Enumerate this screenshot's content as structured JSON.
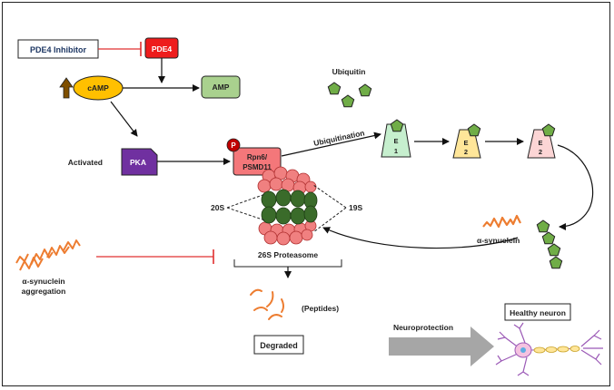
{
  "labels": {
    "pde4_inhibitor": "PDE4 Inhibitor",
    "pde4": "PDE4",
    "camp": "cAMP",
    "amp": "AMP",
    "pka": "PKA",
    "activated": "Activated",
    "phospho": "P",
    "rpn6_line1": "Rpn6/",
    "rpn6_line2": "PSMD11",
    "ubiquitin": "Ubiquitin",
    "ubiquitination": "Ubiquitination",
    "e1_letter": "E",
    "e1_number": "1",
    "e2a_letter": "E",
    "e2a_number": "2",
    "e2b_letter": "E",
    "e2b_number": "2",
    "s20": "20S",
    "s19": "19S",
    "proteasome": "26S Proteasome",
    "syn_aggregation_line1": "α-synuclein",
    "syn_aggregation_line2": "aggregation",
    "syn_free": "α-synuclein",
    "peptides": "(Peptides)",
    "degraded": "Degraded",
    "neuroprotection": "Neuroprotection",
    "healthy_neuron": "Healthy neuron"
  },
  "colors": {
    "pde4_fill": "#ee1c1c",
    "camp_fill": "#ffc000",
    "amp_fill": "#a9d18e",
    "pka_fill": "#7030a0",
    "rpn6_fill": "#f4777a",
    "phospho_fill": "#c00000",
    "ubiquitin_fill": "#70ad47",
    "e1_fill": "#c6efce",
    "e2a_fill": "#ffe699",
    "e2b_fill": "#fcd5d5",
    "proteasome_cap": "#f08080",
    "proteasome_core": "#3a6b2a",
    "synuclein": "#ed7d31",
    "inhibit_line": "#e03030",
    "big_arrow": "#a6a6a6"
  }
}
